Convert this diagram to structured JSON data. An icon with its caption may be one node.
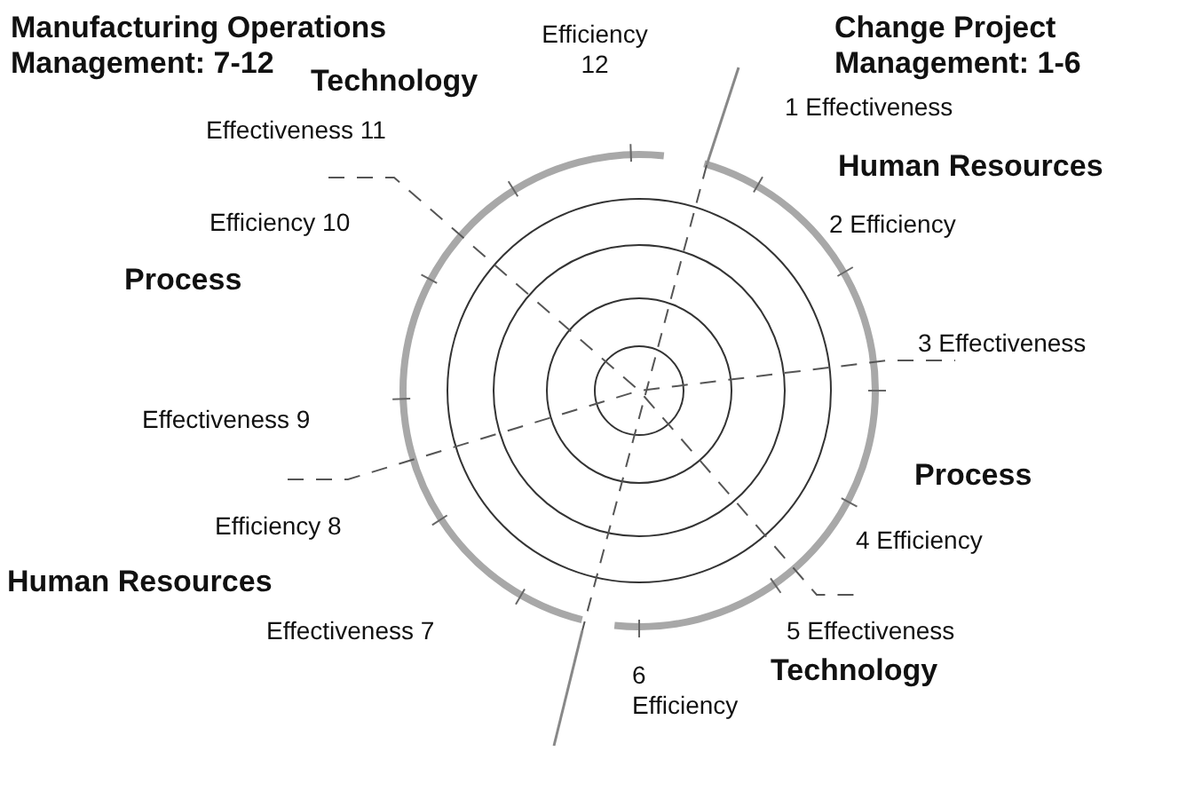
{
  "diagram": {
    "labels": [
      "Manufacturing Operations Management: 7-12",
      "Change Project Management: 1-6",
      "Efficiency 12",
      "Technology",
      "1 Effectiveness",
      "Effectiveness 11",
      "Human Resources",
      "2 Efficiency",
      "Efficiency 10",
      "Process",
      "3 Effectiveness",
      "Effectiveness 9",
      "Process",
      "Efficiency 8",
      "4 Efficiency",
      "Human Resources",
      "Effectiveness 7",
      "5 Effectiveness",
      "Technology",
      "6 Efficiency"
    ]
  }
}
